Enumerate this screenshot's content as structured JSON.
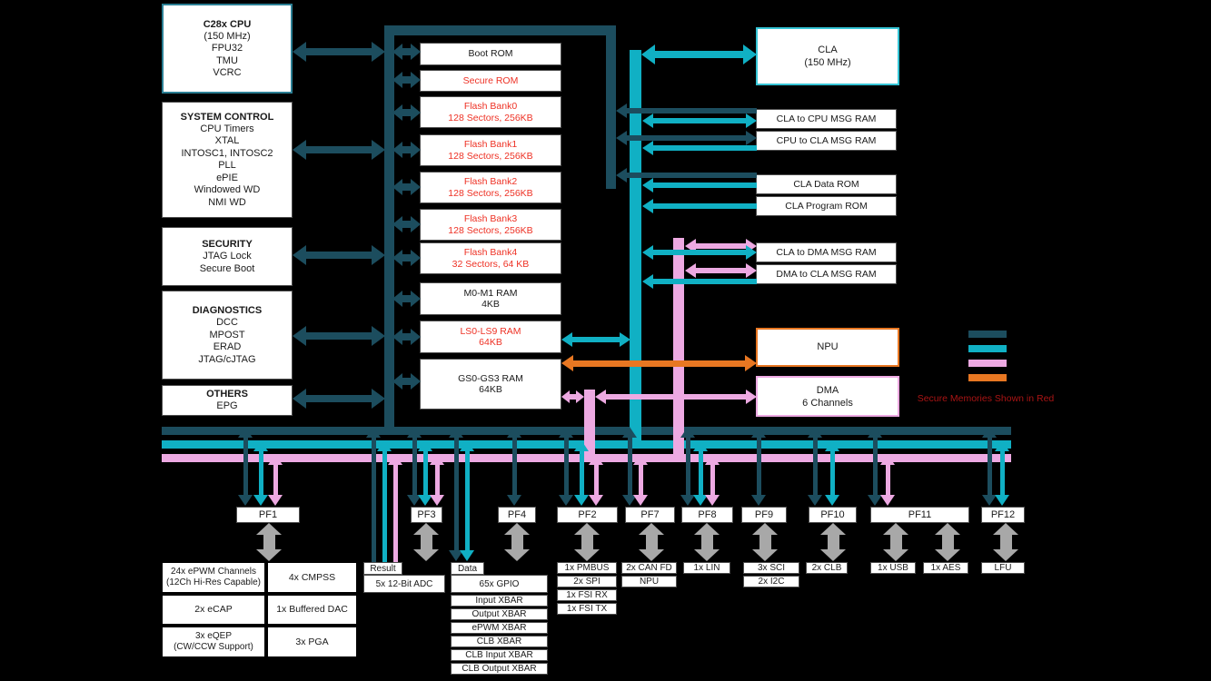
{
  "colors": {
    "dark": "#1c4d5e",
    "cyan": "#10b0c4",
    "pink": "#eda9e2",
    "orange": "#e87722",
    "gray": "#a8a8a8",
    "secure_red": "#ee3124",
    "note_red": "#aa1414"
  },
  "left_blocks": [
    {
      "title": "C28x CPU",
      "body": "(150 MHz)\nFPU32\nTMU\nVCRC"
    },
    {
      "title": "SYSTEM CONTROL",
      "body": "CPU Timers\nXTAL\nINTOSC1, INTOSC2\nPLL\nePIE\nWindowed WD\nNMI WD"
    },
    {
      "title": "SECURITY",
      "body": "JTAG Lock\nSecure Boot"
    },
    {
      "title": "DIAGNOSTICS",
      "body": "DCC\nMPOST\nERAD\nJTAG/cJTAG"
    },
    {
      "title": "OTHERS",
      "body": "EPG"
    }
  ],
  "memory_column": [
    {
      "label": "Boot ROM",
      "secure": false
    },
    {
      "label": "Secure ROM",
      "secure": true
    },
    {
      "label": "Flash Bank0\n128 Sectors, 256KB",
      "secure": true
    },
    {
      "label": "Flash Bank1\n128 Sectors, 256KB",
      "secure": true
    },
    {
      "label": "Flash Bank2\n128 Sectors, 256KB",
      "secure": true
    },
    {
      "label": "Flash Bank3\n128 Sectors, 256KB",
      "secure": true
    },
    {
      "label": "Flash Bank4\n32 Sectors, 64 KB",
      "secure": true
    },
    {
      "label": "M0-M1 RAM\n4KB",
      "secure": false
    },
    {
      "label": "LS0-LS9 RAM\n64KB",
      "secure": true
    },
    {
      "label": "GS0-GS3 RAM\n64KB",
      "secure": false
    }
  ],
  "cla_block": {
    "label": "CLA\n(150 MHz)"
  },
  "msg_rams": [
    "CLA to CPU MSG RAM",
    "CPU to CLA MSG RAM",
    "CLA Data ROM",
    "CLA Program ROM",
    "CLA to DMA MSG RAM",
    "DMA to CLA MSG RAM"
  ],
  "npu_block": {
    "label": "NPU"
  },
  "dma_block": {
    "label": "DMA\n6 Channels"
  },
  "legend_note": "Secure Memories Shown in Red",
  "pf_frames": [
    "PF1",
    "PF3",
    "PF4",
    "PF2",
    "PF7",
    "PF8",
    "PF9",
    "PF10",
    "PF11",
    "PF12"
  ],
  "bottom": {
    "analog_table": {
      "rows": [
        {
          "c1": "24x ePWM Channels\n(12Ch Hi-Res Capable)",
          "c2": "4x CMPSS"
        },
        {
          "c1": "2x eCAP",
          "c2": "1x Buffered DAC"
        },
        {
          "c1": "3x eQEP\n(CW/CCW Support)",
          "c2": "3x PGA"
        }
      ]
    },
    "adc": {
      "tab": "Result",
      "label": "5x 12-Bit ADC"
    },
    "gpio": {
      "tab": "Data",
      "label": "65x GPIO",
      "xbars": [
        "Input XBAR",
        "Output XBAR",
        "ePWM XBAR",
        "CLB XBAR",
        "CLB Input XBAR",
        "CLB Output XBAR"
      ]
    },
    "pf2_list": [
      "1x PMBUS",
      "2x SPI",
      "1x FSI RX",
      "1x FSI TX"
    ],
    "pf7_list": [
      "2x CAN FD",
      "NPU"
    ],
    "pf8_list": [
      "1x LIN"
    ],
    "pf9_list": [
      "3x SCI",
      "2x I2C"
    ],
    "pf10_list": [
      "2x CLB"
    ],
    "pf11_list": [
      "1x USB",
      "1x AES"
    ],
    "pf12_list": [
      "LFU"
    ]
  }
}
